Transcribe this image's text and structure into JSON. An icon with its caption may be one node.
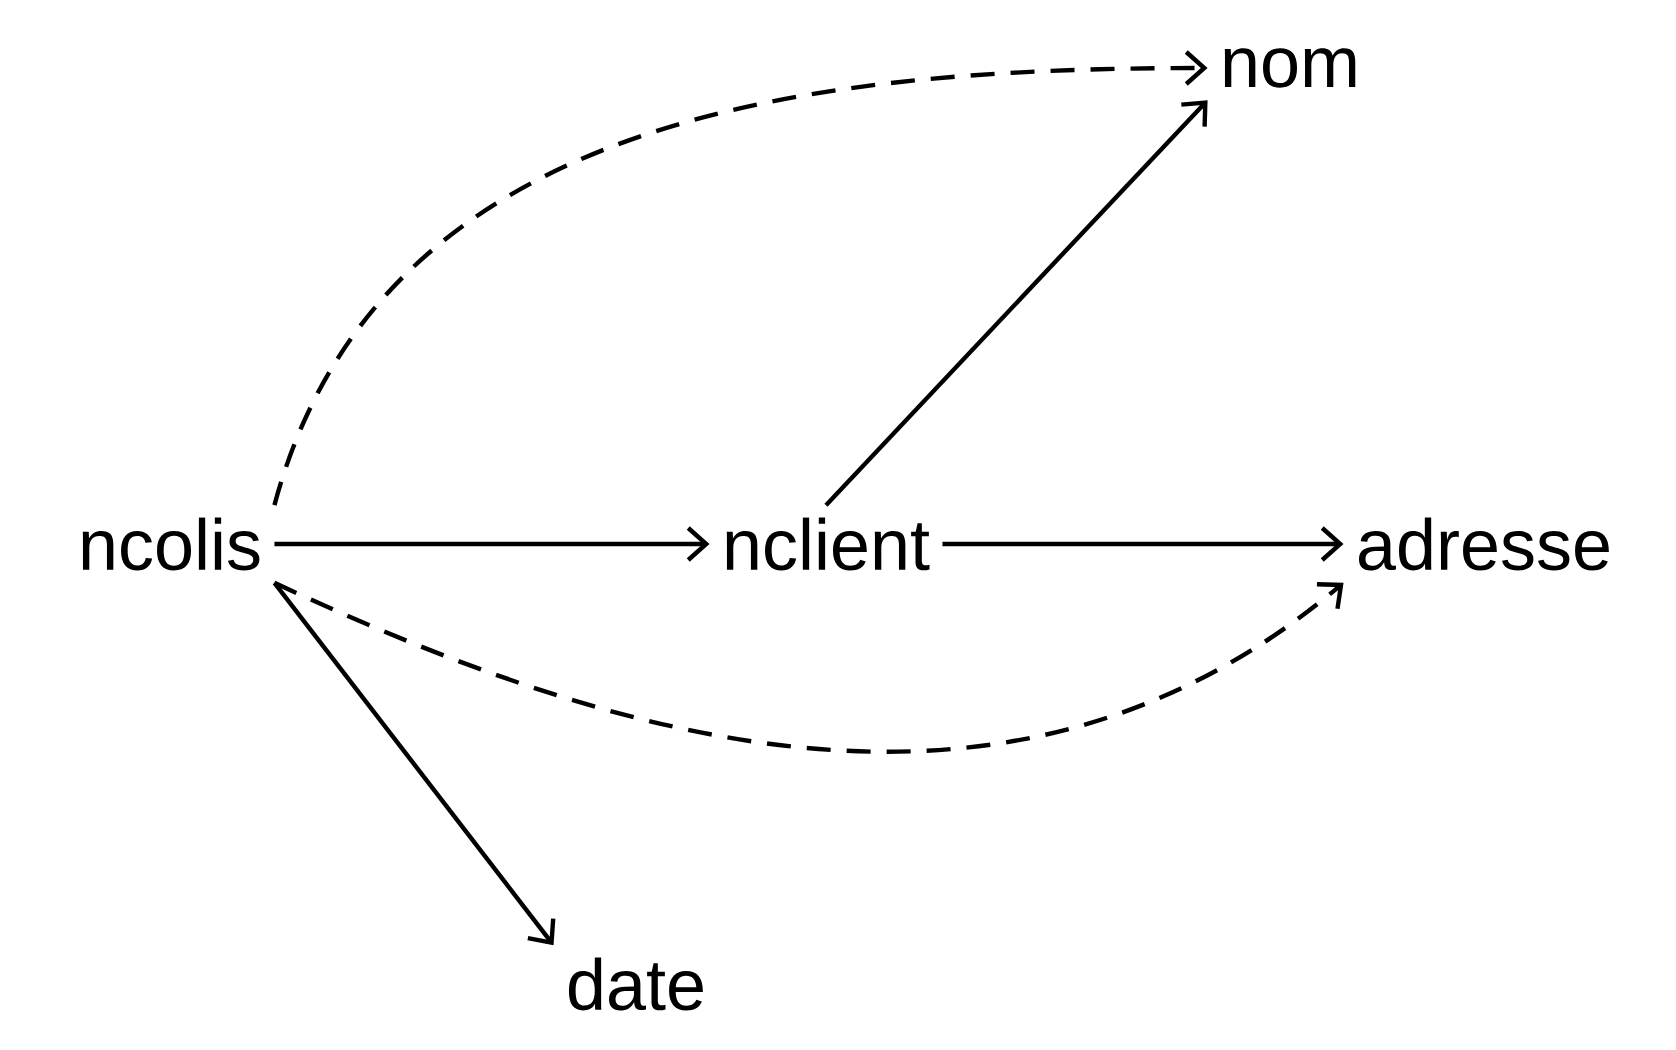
{
  "diagram": {
    "nodes": [
      {
        "text": [
          "ncolis"
        ]
      },
      {
        "text": [
          "nclient"
        ]
      },
      {
        "text": [
          "adresse"
        ]
      },
      {
        "text": [
          "nom"
        ]
      },
      {
        "text": [
          "date"
        ]
      }
    ],
    "edges": [
      {
        "from": 0,
        "to": 3,
        "arrow": "to",
        "style": "dashed"
      },
      {
        "from": 1,
        "to": 3,
        "arrow": "to"
      },
      {
        "from": 0,
        "to": 1,
        "arrow": "to"
      },
      {
        "from": 1,
        "to": 2,
        "arrow": "to"
      },
      {
        "from": 0,
        "to": 2,
        "arrow": "to",
        "style": "dashed"
      },
      {
        "from": 0,
        "to": 4,
        "arrow": "to"
      }
    ]
  }
}
